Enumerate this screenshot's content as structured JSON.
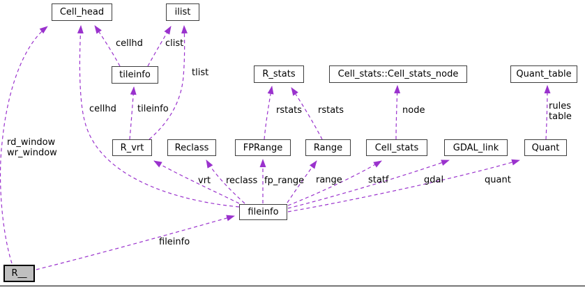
{
  "diagram": {
    "type": "collaboration-graph",
    "accent_color": "#9a32cd",
    "main_node_fill": "#bfbfbf",
    "nodes": [
      {
        "id": "Cell_head",
        "label": "Cell_head"
      },
      {
        "id": "ilist",
        "label": "ilist"
      },
      {
        "id": "tileinfo",
        "label": "tileinfo"
      },
      {
        "id": "R_stats",
        "label": "R_stats"
      },
      {
        "id": "Cell_stats_node",
        "label": "Cell_stats::Cell_stats_node"
      },
      {
        "id": "Quant_table",
        "label": "Quant_table"
      },
      {
        "id": "R_vrt",
        "label": "R_vrt"
      },
      {
        "id": "Reclass",
        "label": "Reclass"
      },
      {
        "id": "FPRange",
        "label": "FPRange"
      },
      {
        "id": "Range",
        "label": "Range"
      },
      {
        "id": "Cell_stats",
        "label": "Cell_stats"
      },
      {
        "id": "GDAL_link",
        "label": "GDAL_link"
      },
      {
        "id": "Quant",
        "label": "Quant"
      },
      {
        "id": "fileinfo",
        "label": "fileinfo"
      },
      {
        "id": "R__",
        "label": "R__"
      }
    ],
    "edges": [
      {
        "from": "R__",
        "to": "Cell_head",
        "label": "rd_window\nwr_window"
      },
      {
        "from": "R__",
        "to": "fileinfo",
        "label": "fileinfo"
      },
      {
        "from": "fileinfo",
        "to": "Cell_head",
        "label": "cellhd"
      },
      {
        "from": "fileinfo",
        "to": "R_vrt",
        "label": "vrt"
      },
      {
        "from": "fileinfo",
        "to": "Reclass",
        "label": "reclass"
      },
      {
        "from": "fileinfo",
        "to": "FPRange",
        "label": "fp_range"
      },
      {
        "from": "fileinfo",
        "to": "Range",
        "label": "range"
      },
      {
        "from": "fileinfo",
        "to": "Cell_stats",
        "label": "statf"
      },
      {
        "from": "fileinfo",
        "to": "GDAL_link",
        "label": "gdal"
      },
      {
        "from": "fileinfo",
        "to": "Quant",
        "label": "quant"
      },
      {
        "from": "tileinfo",
        "to": "Cell_head",
        "label": "cellhd"
      },
      {
        "from": "tileinfo",
        "to": "ilist",
        "label": "clist"
      },
      {
        "from": "R_vrt",
        "to": "tileinfo",
        "label": "tileinfo"
      },
      {
        "from": "R_vrt",
        "to": "ilist",
        "label": "tlist"
      },
      {
        "from": "FPRange",
        "to": "R_stats",
        "label": "rstats"
      },
      {
        "from": "Range",
        "to": "R_stats",
        "label": "rstats"
      },
      {
        "from": "Cell_stats",
        "to": "Cell_stats_node",
        "label": "node"
      },
      {
        "from": "Quant",
        "to": "Quant_table",
        "label": "rules\ntable"
      }
    ]
  }
}
